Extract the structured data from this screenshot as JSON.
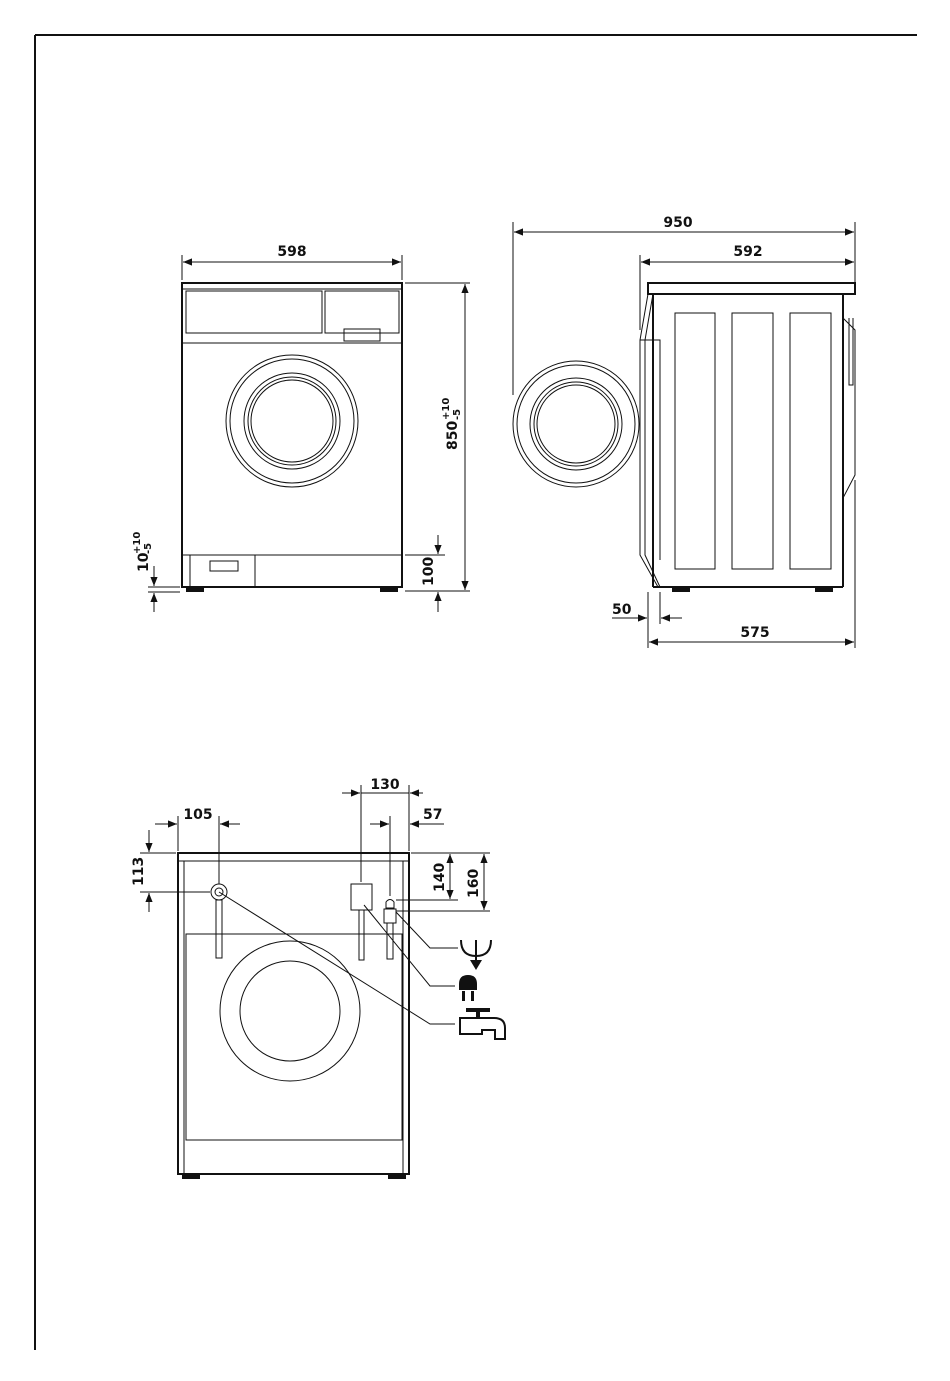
{
  "front_view": {
    "width": "598",
    "height": "850",
    "height_tol_plus": "+10",
    "height_tol_minus": "-5",
    "foot": "10",
    "foot_tol_plus": "+10",
    "foot_tol_minus": "-5",
    "plinth": "100"
  },
  "side_view": {
    "depth_door_open": "950",
    "depth_total": "592",
    "door_offset": "50",
    "depth_body": "575"
  },
  "rear_view": {
    "drain_offset": "105",
    "drain_height": "113",
    "inlet_spacing": "130",
    "inlet_offset": "57",
    "height_a": "140",
    "height_b": "160",
    "icons": [
      "drain-icon",
      "power-plug-icon",
      "water-tap-icon"
    ]
  }
}
